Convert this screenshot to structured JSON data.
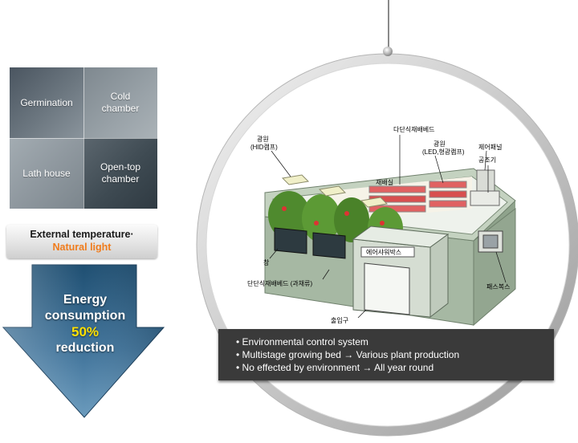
{
  "grid": {
    "cells": [
      "Germination",
      "Cold chamber",
      "Lath house",
      "Open-top chamber"
    ]
  },
  "external": {
    "line1": "External temperature·",
    "line2": "Natural light"
  },
  "arrow": {
    "line1": "Energy",
    "line2": "consumption",
    "percent": "50%",
    "line3": "reduction"
  },
  "facility": {
    "labels": {
      "hid_lamp_1": "광원",
      "hid_lamp_2": "(HID램프)",
      "multistage_bed": "다단식재배베드",
      "led_lamp_1": "광원",
      "led_lamp_2": "(LED,형광램프)",
      "control_panel": "제어패널",
      "air_conditioner": "공조기",
      "cultivation_room": "재배실",
      "window": "창",
      "air_shower": "에어샤워박스",
      "single_bed": "단단식재배베드 (과채류)",
      "pass_box": "패스복스",
      "entrance": "출입구"
    }
  },
  "caption": {
    "lines": [
      "• Environmental control system",
      "• Multistage growing bed → Various plant production",
      "• No effected by environment → All year round"
    ]
  },
  "colors": {
    "arrow_top": "#1f4f72",
    "arrow_bottom": "#6b9bbd",
    "highlight_orange": "#f07c1c",
    "highlight_yellow": "#ffe000",
    "caption_bg": "#3a3a3a",
    "building_green": "#a6b8a3"
  }
}
